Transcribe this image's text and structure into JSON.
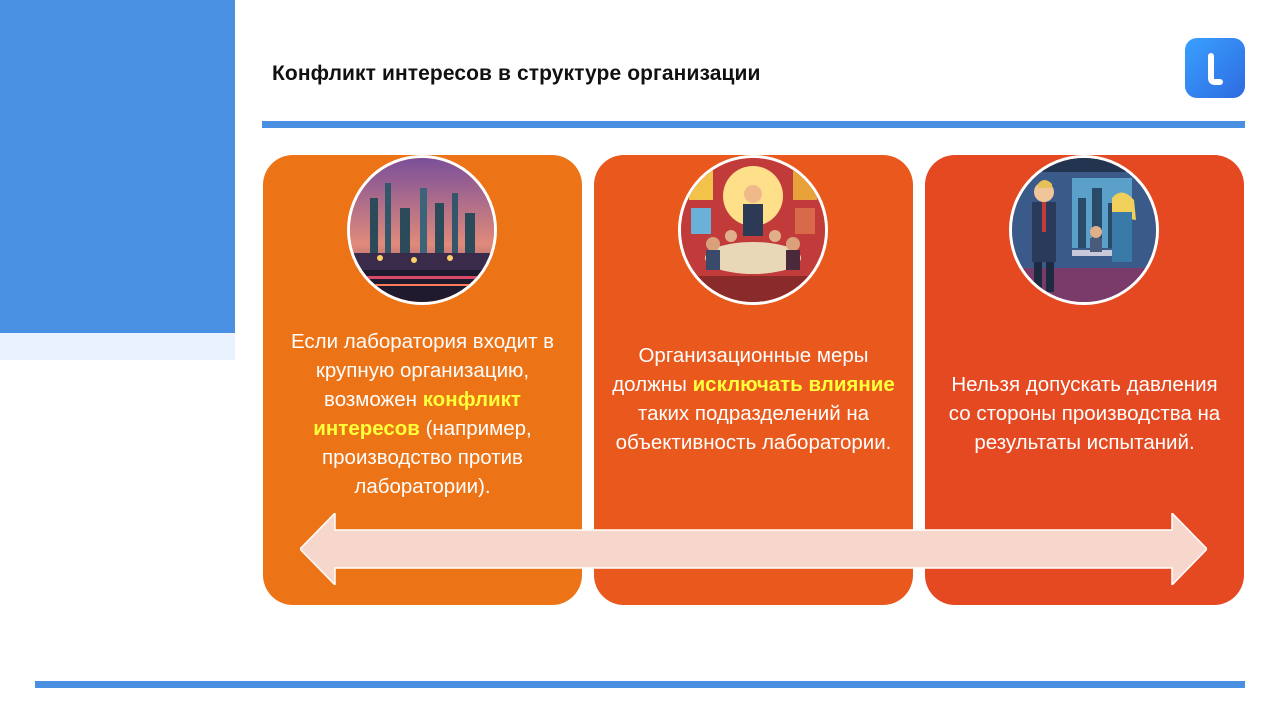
{
  "slide": {
    "title": "Конфликт интересов в структуре организации",
    "colors": {
      "accent": "#4a90e2",
      "card1": "#ed7317",
      "card2": "#e9581c",
      "card3": "#e44921",
      "highlight": "#ffff3a"
    }
  },
  "logo": {
    "icon": "brand-logo-icon"
  },
  "cards": [
    {
      "illustration": "refinery-illustration-icon",
      "parts": [
        "Если лаборатория входит в крупную организацию, возможен ",
        "конфликт интересов",
        " (например, производство против лаборатории)."
      ]
    },
    {
      "illustration": "meeting-illustration-icon",
      "parts": [
        "Организационные меры должны ",
        "исключать влияние",
        " таких подразделений на объективность лаборатории."
      ]
    },
    {
      "illustration": "office-illustration-icon",
      "parts": [
        "Нельзя допускать давления со стороны производства на результаты испытаний."
      ]
    }
  ],
  "arrow": {
    "icon": "double-arrow-icon",
    "color": "#f7d6cc"
  }
}
